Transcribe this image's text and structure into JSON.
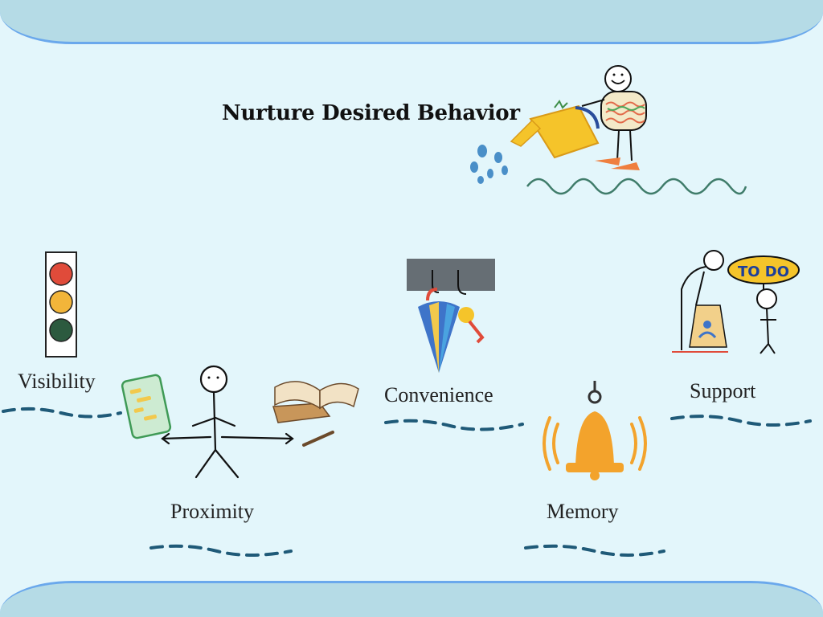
{
  "title": "Nurture Desired Behavior",
  "labels": {
    "visibility": "Visibility",
    "proximity": "Proximity",
    "convenience": "Convenience",
    "memory": "Memory",
    "support": "Support"
  },
  "todo_sign": "TO DO",
  "colors": {
    "background": "#e3f6fb",
    "band": "#b5dbe6",
    "band_edge": "#6aa8ec",
    "wave": "#1f5a78",
    "traffic_red": "#e04b3a",
    "traffic_yellow": "#f2b53a",
    "traffic_green": "#2c5a3f",
    "bell": "#f3a32c"
  }
}
